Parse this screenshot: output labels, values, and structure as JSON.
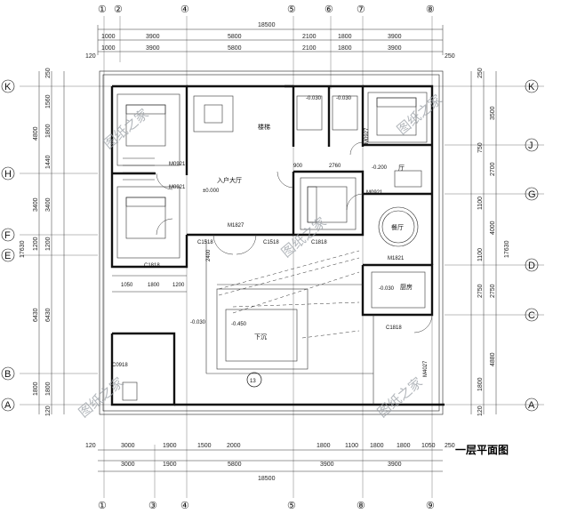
{
  "title": "一层平面图",
  "axes_top": [
    "①",
    "②",
    "④",
    "⑤",
    "⑥",
    "⑦",
    "⑧"
  ],
  "axes_bottom": [
    "①",
    "③",
    "④",
    "⑤",
    "⑧",
    "⑨"
  ],
  "axes_left": [
    "K",
    "H",
    "F",
    "E",
    "B",
    "A"
  ],
  "axes_right": [
    "K",
    "J",
    "G",
    "D",
    "C",
    "A"
  ],
  "dims_top_total": "18500",
  "dims_top_row1": [
    "1000",
    "3900",
    "5800",
    "2100",
    "1800",
    "3900"
  ],
  "dims_top_row2": [
    "1000",
    "3900",
    "5800",
    "2100",
    "1800",
    "3900"
  ],
  "dims_top_edges": [
    "120",
    "250"
  ],
  "dims_bottom_row1": [
    "3000",
    "1900",
    "1500",
    "2000",
    "1800",
    "1100",
    "1800",
    "1800",
    "1050"
  ],
  "dims_bottom_row2": [
    "3000",
    "1900",
    "5800",
    "3900",
    "3900"
  ],
  "dims_bottom_total": "18500",
  "dims_bottom_edges": [
    "120",
    "250"
  ],
  "dims_left_outer": [
    "4800",
    "3400",
    "1200",
    "6430",
    "1800"
  ],
  "dims_left_inner": [
    "1560",
    "1800",
    "1440",
    "3400",
    "1200",
    "6430",
    "1800"
  ],
  "dims_left_total": "17630",
  "dims_left_edges": [
    "250",
    "120"
  ],
  "dims_right_outer": [
    "3500",
    "2700",
    "4000",
    "2750",
    "4880"
  ],
  "dims_right_inner": [
    "750",
    "1100",
    "1100",
    "2750",
    "1800"
  ],
  "dims_right_total": "17630",
  "dims_right_edges": [
    "250",
    "120"
  ],
  "rooms": {
    "foyer_hall": "入户大厅",
    "dining": "餐厅",
    "kitchen": "厨房",
    "stairs": "楼梯",
    "sunken": "下沉",
    "lobby": "厅"
  },
  "codes": {
    "m1827": "M1827",
    "m1821": "M1821",
    "c1818_a": "C1818",
    "c1818_b": "C1818",
    "c1818_c": "C1818",
    "c1518": "C1518",
    "c1518b": "C1518",
    "c0918": "C0918",
    "m0921_a": "M0921",
    "m0921_b": "M0921",
    "m0921_c": "M0921",
    "m0927": "M0927",
    "m4027": "M4027",
    "lvl_0": "±0.000",
    "lvl_m030_a": "-0.030",
    "lvl_m030_b": "-0.030",
    "lvl_m030_c": "-0.030",
    "lvl_m450": "-0.450",
    "lvl_m030_d": "-0.030",
    "lvl_m200": "-0.200",
    "dim_1050": "1050",
    "dim_1800": "1800",
    "dim_1200": "1200",
    "dim_900": "900",
    "dim_2760": "2760",
    "dim_2400": "2400",
    "section_13": "13"
  },
  "watermark": "图纸之家"
}
